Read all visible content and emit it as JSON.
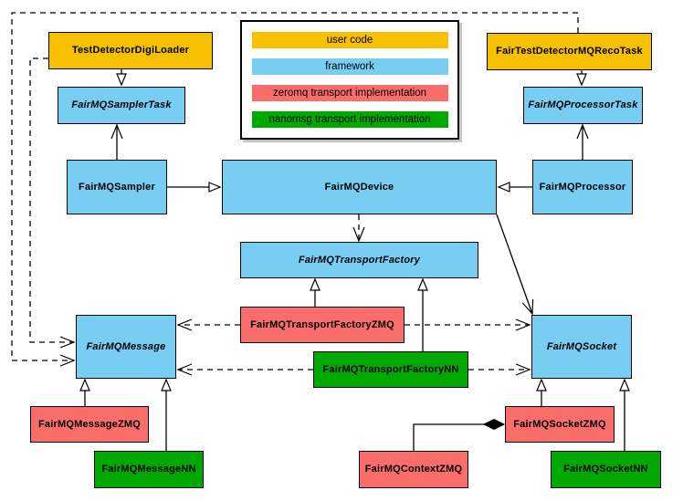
{
  "palette": {
    "user_code": "#F7C100",
    "framework": "#78CDF2",
    "zeromq": "#F96E6B",
    "nanomsg": "#01A801",
    "line": "#000000",
    "background": "#FFFFFF"
  },
  "legend": {
    "items": [
      {
        "label": "user code",
        "color": "#F7C100"
      },
      {
        "label": "framework",
        "color": "#78CDF2"
      },
      {
        "label": "zeromq transport implementation",
        "color": "#F96E6B"
      },
      {
        "label": "nanomsg transport implementation",
        "color": "#01A801"
      }
    ]
  },
  "nodes": {
    "testDetectorDigiLoader": {
      "label": "TestDetectorDigiLoader",
      "category": "user_code",
      "abstract": false
    },
    "fairTestDetectorMQRecoTask": {
      "label": "FairTestDetectorMQRecoTask",
      "category": "user_code",
      "abstract": false
    },
    "fairMQSamplerTask": {
      "label": "FairMQSamplerTask",
      "category": "framework",
      "abstract": true
    },
    "fairMQProcessorTask": {
      "label": "FairMQProcessorTask",
      "category": "framework",
      "abstract": true
    },
    "fairMQSampler": {
      "label": "FairMQSampler",
      "category": "framework",
      "abstract": false
    },
    "fairMQDevice": {
      "label": "FairMQDevice",
      "category": "framework",
      "abstract": false
    },
    "fairMQProcessor": {
      "label": "FairMQProcessor",
      "category": "framework",
      "abstract": false
    },
    "fairMQTransportFactory": {
      "label": "FairMQTransportFactory",
      "category": "framework",
      "abstract": true
    },
    "fairMQTransportFactoryZMQ": {
      "label": "FairMQTransportFactoryZMQ",
      "category": "zeromq",
      "abstract": false
    },
    "fairMQTransportFactoryNN": {
      "label": "FairMQTransportFactoryNN",
      "category": "nanomsg",
      "abstract": false
    },
    "fairMQMessage": {
      "label": "FairMQMessage",
      "category": "framework",
      "abstract": true
    },
    "fairMQSocket": {
      "label": "FairMQSocket",
      "category": "framework",
      "abstract": true
    },
    "fairMQMessageZMQ": {
      "label": "FairMQMessageZMQ",
      "category": "zeromq",
      "abstract": false
    },
    "fairMQMessageNN": {
      "label": "FairMQMessageNN",
      "category": "nanomsg",
      "abstract": false
    },
    "fairMQSocketZMQ": {
      "label": "FairMQSocketZMQ",
      "category": "zeromq",
      "abstract": false
    },
    "fairMQSocketNN": {
      "label": "FairMQSocketNN",
      "category": "nanomsg",
      "abstract": false
    },
    "fairMQContextZMQ": {
      "label": "FairMQContextZMQ",
      "category": "zeromq",
      "abstract": false
    }
  },
  "edges": [
    {
      "from": "TestDetectorDigiLoader",
      "to": "FairMQSamplerTask",
      "relation": "inheritance",
      "line": "solid"
    },
    {
      "from": "FairTestDetectorMQRecoTask",
      "to": "FairMQProcessorTask",
      "relation": "inheritance",
      "line": "solid"
    },
    {
      "from": "FairMQSampler",
      "to": "FairMQSamplerTask",
      "relation": "association",
      "line": "solid"
    },
    {
      "from": "FairMQProcessor",
      "to": "FairMQProcessorTask",
      "relation": "association",
      "line": "solid"
    },
    {
      "from": "FairMQSampler",
      "to": "FairMQDevice",
      "relation": "inheritance",
      "line": "solid"
    },
    {
      "from": "FairMQProcessor",
      "to": "FairMQDevice",
      "relation": "inheritance",
      "line": "solid"
    },
    {
      "from": "FairMQDevice",
      "to": "FairMQTransportFactory",
      "relation": "dependency",
      "line": "dashed"
    },
    {
      "from": "FairMQDevice",
      "to": "FairMQSocket",
      "relation": "association",
      "line": "solid"
    },
    {
      "from": "FairMQTransportFactoryZMQ",
      "to": "FairMQTransportFactory",
      "relation": "inheritance",
      "line": "solid"
    },
    {
      "from": "FairMQTransportFactoryNN",
      "to": "FairMQTransportFactory",
      "relation": "inheritance",
      "line": "solid"
    },
    {
      "from": "FairMQTransportFactoryZMQ",
      "to": "FairMQMessage",
      "relation": "dependency",
      "line": "dashed"
    },
    {
      "from": "FairMQTransportFactoryNN",
      "to": "FairMQMessage",
      "relation": "dependency",
      "line": "dashed"
    },
    {
      "from": "FairMQTransportFactoryZMQ",
      "to": "FairMQSocket",
      "relation": "dependency",
      "line": "dashed"
    },
    {
      "from": "FairMQTransportFactoryNN",
      "to": "FairMQSocket",
      "relation": "dependency",
      "line": "dashed"
    },
    {
      "from": "TestDetectorDigiLoader",
      "to": "FairMQMessage",
      "relation": "dependency",
      "line": "dashed"
    },
    {
      "from": "FairTestDetectorMQRecoTask",
      "to": "FairMQMessage",
      "relation": "dependency",
      "line": "dashed"
    },
    {
      "from": "FairMQMessageZMQ",
      "to": "FairMQMessage",
      "relation": "inheritance",
      "line": "solid"
    },
    {
      "from": "FairMQMessageNN",
      "to": "FairMQMessage",
      "relation": "inheritance",
      "line": "solid"
    },
    {
      "from": "FairMQSocketZMQ",
      "to": "FairMQSocket",
      "relation": "inheritance",
      "line": "solid"
    },
    {
      "from": "FairMQSocketNN",
      "to": "FairMQSocket",
      "relation": "inheritance",
      "line": "solid"
    },
    {
      "from": "FairMQContextZMQ",
      "to": "FairMQSocketZMQ",
      "relation": "composition",
      "line": "solid"
    }
  ]
}
